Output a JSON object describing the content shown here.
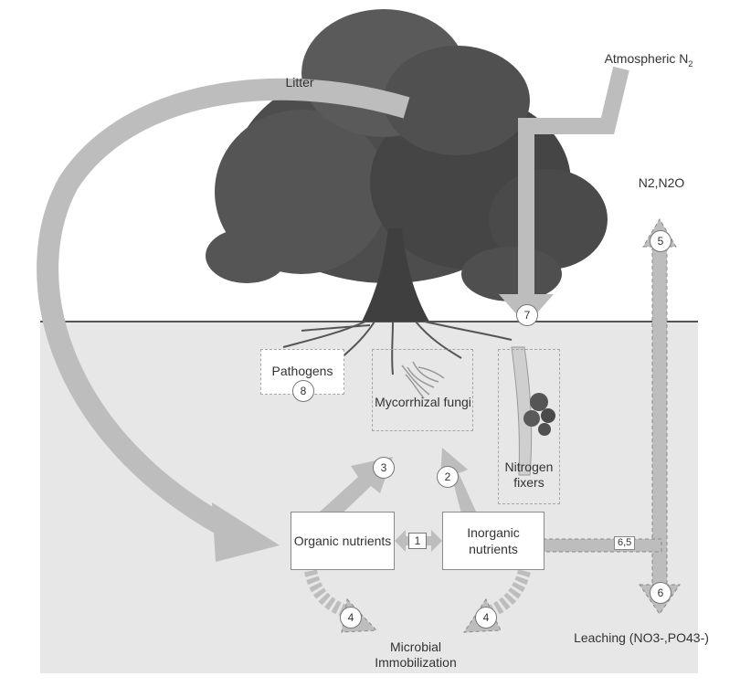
{
  "labels": {
    "litter": "Litter",
    "atmospheric": "Atmospheric N",
    "atmospheric_sub": "2",
    "n2o": "N2,N2O",
    "pathogens": "Pathogens",
    "mycorrhizal": "Mycorrhizal fungi",
    "nitrogen_fixers": "Nitrogen fixers",
    "organic": "Organic nutrients",
    "inorganic": "Inorganic nutrients",
    "microbial": "Microbial Immobilization",
    "leaching": "Leaching (NO3-,PO43-)",
    "tag_65": "6,5"
  },
  "numbers": {
    "n1": "1",
    "n2": "2",
    "n3": "3",
    "n4a": "4",
    "n4b": "4",
    "n5": "5",
    "n6": "6",
    "n7": "7",
    "n8": "8"
  },
  "colors": {
    "soil": "#e7e7e7",
    "arrow": "#bdbdbd",
    "ground_line": "#555555",
    "canopy": "#4a4a4a"
  }
}
